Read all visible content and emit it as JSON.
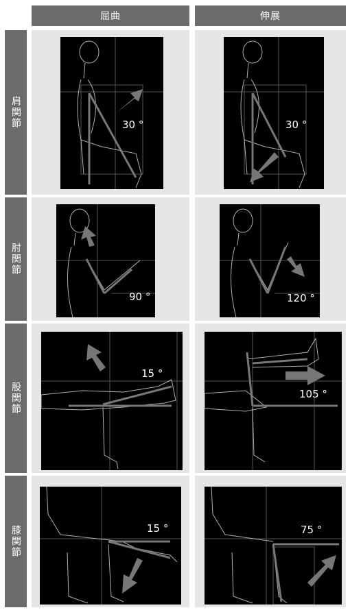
{
  "columns": [
    "屈曲",
    "伸展"
  ],
  "rows": [
    {
      "label": "肩関節",
      "flexion_angle": "30 °",
      "extension_angle": "30 °"
    },
    {
      "label": "肘関節",
      "flexion_angle": "90 °",
      "extension_angle": "120 °"
    },
    {
      "label": "股関節",
      "flexion_angle": "15 °",
      "extension_angle": "105 °"
    },
    {
      "label": "膝関節",
      "flexion_angle": "15 °",
      "extension_angle": "75 °"
    }
  ],
  "colors": {
    "header_bg": "#6b6b6b",
    "cell_bg": "#e6e6e6",
    "image_bg": "#000000",
    "arrow": "#666666"
  }
}
